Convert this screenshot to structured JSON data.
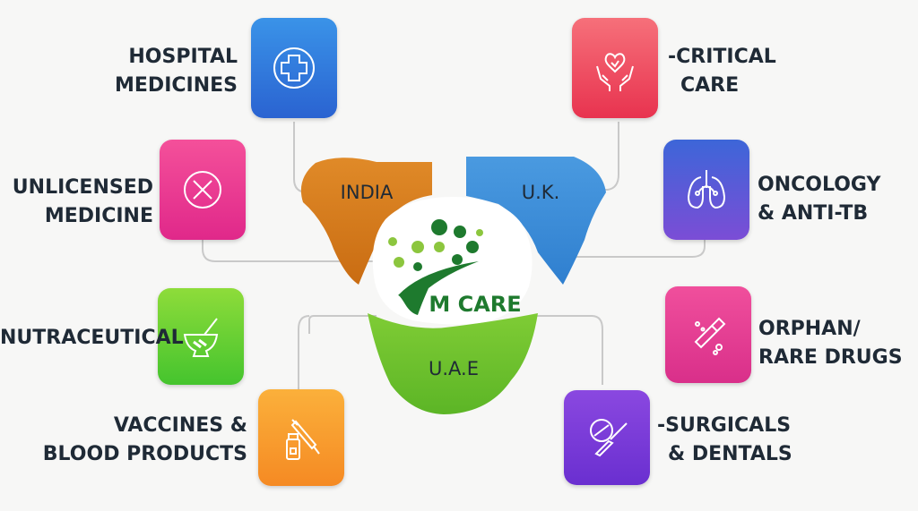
{
  "center": {
    "logo_text": "M CARE",
    "regions": [
      "INDIA",
      "U.K.",
      "U.A.E"
    ]
  },
  "categories": [
    {
      "lines": [
        "HOSPITAL",
        "MEDICINES"
      ],
      "icon": "medical-cross-icon",
      "color_top": "#3a93e8",
      "color_bottom": "#2a63d1"
    },
    {
      "lines": [
        "UNLICENSED",
        "MEDICINE"
      ],
      "icon": "prohibited-circle-icon",
      "color_top": "#f4509a",
      "color_bottom": "#e0288a"
    },
    {
      "lines": [
        "NUTRACEUTICAL"
      ],
      "icon": "mortar-pestle-icon",
      "color_top": "#8edc3a",
      "color_bottom": "#45c42e"
    },
    {
      "lines": [
        "VACCINES &",
        "BLOOD PRODUCTS"
      ],
      "icon": "vial-syringe-icon",
      "color_top": "#fbb03b",
      "color_bottom": "#f58a23"
    },
    {
      "lines": [
        "-CRITICAL",
        "CARE"
      ],
      "icon": "heart-hands-icon",
      "color_top": "#f6707a",
      "color_bottom": "#e8334f"
    },
    {
      "lines": [
        "ONCOLOGY",
        "& ANTI-TB"
      ],
      "icon": "lungs-icon",
      "color_top": "#3d66d8",
      "color_bottom": "#7b4dd6"
    },
    {
      "lines": [
        "ORPHAN/",
        "RARE DRUGS"
      ],
      "icon": "pill-capsule-icon",
      "color_top": "#f04f9c",
      "color_bottom": "#d92f8a"
    },
    {
      "lines": [
        "-SURGICALS",
        "& DENTALS"
      ],
      "icon": "scalpel-icon",
      "color_top": "#8a48e0",
      "color_bottom": "#6a2fd0"
    }
  ],
  "colors": {
    "india": "#d4781a",
    "uk": "#3a8fd8",
    "uae": "#72c42e",
    "logo_green": "#1e7a2e",
    "dot_light": "#8cc63e",
    "connector": "#c9c9c9"
  }
}
